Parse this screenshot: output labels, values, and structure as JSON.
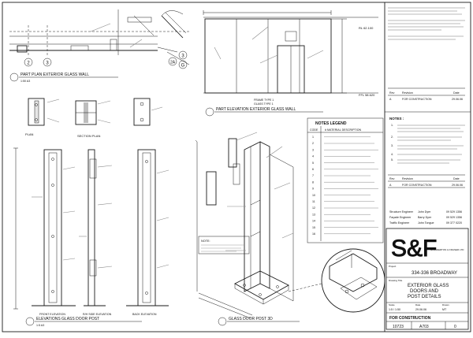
{
  "views": {
    "part_plan": "PART PLAN EXTERIOR GLASS WALL",
    "part_plan_scale": "1:50 A3",
    "part_elevation": "PART ELEVATION EXTERIOR GLASS WALL",
    "elevations_post": "ELEVATIONS GLASS DOOR POST",
    "elevations_post_scale": "1:5 A3",
    "post_3d": "GLASS DOOR POST 3D",
    "plan": "PLAN",
    "section_plan": "SECTION PLAN",
    "front_elevation": "FRONT ELEVATION",
    "side_elevation": "R/H SIDE ELEVATION",
    "back_elevation": "BACK ELEVATION",
    "frame_type": "FRAME TYPE 1",
    "glass_type": "GLASS TYPE 1"
  },
  "levels": {
    "rl_top": "RL 62.100",
    "ffl": "FFL 58.620"
  },
  "grid_bubbles": [
    "2",
    "3",
    "2A",
    "3",
    "G"
  ],
  "notes_legend": {
    "title": "NOTES LEGEND",
    "header_code": "CODE",
    "header_desc": "# MATERIAL DESCRIPTION",
    "items": [
      "1",
      "2",
      "3",
      "4",
      "5",
      "6",
      "7",
      "8",
      "9",
      "10",
      "11",
      "12",
      "13",
      "14",
      "15",
      "16"
    ]
  },
  "notes_block": {
    "title": "NOTES :",
    "items": [
      "1.",
      "2.",
      "3.",
      "4.",
      "5."
    ]
  },
  "note_3d": "NOTE:",
  "revisions": {
    "header": [
      "Rev",
      "Revision",
      "Date"
    ],
    "row": [
      "A",
      "FOR CONSTRUCTION",
      "29.06.06"
    ]
  },
  "consultants": [
    {
      "role": "Structure Engineer",
      "name": "John Dyer",
      "phone": "09 529 1356"
    },
    {
      "role": "Façade Engineer",
      "name": "Barry Dyer",
      "phone": "09 529 1356"
    },
    {
      "role": "Traffic Engineer",
      "name": "John Tongue",
      "phone": "09 377 0220"
    }
  ],
  "firm": {
    "logo": "S&F",
    "tagline": "STANDERTON & FRASER LTD"
  },
  "project": {
    "project_label": "Project",
    "name": "334-336 BROADWAY",
    "drawing_label": "Drawing Title",
    "title_lines": [
      "EXTERIOR GLASS",
      "DOORS AND",
      "POST DETAILS"
    ],
    "scale_label": "Scale",
    "scale": "1:5 / 1:50",
    "date_label": "Date",
    "date": "29.06.06",
    "drawn_label": "Drawn",
    "drawn": "MT",
    "status": "FOR CONSTRUCTION",
    "job_no": "10723",
    "drawing_no": "A703",
    "revision": "0"
  }
}
